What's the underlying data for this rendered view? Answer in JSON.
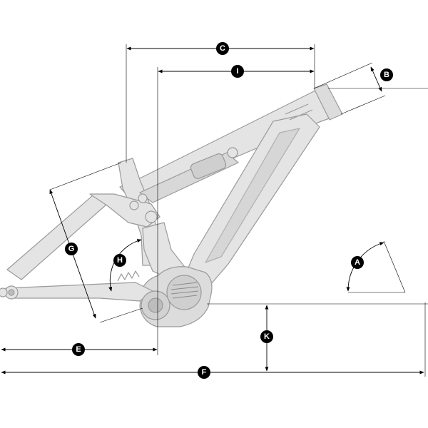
{
  "diagram": {
    "labels": {
      "A": "A",
      "B": "B",
      "C": "C",
      "E": "E",
      "F": "F",
      "G": "G",
      "H": "H",
      "I": "I",
      "K": "K"
    }
  },
  "colors": {
    "frame_fill": "#e4e4e4",
    "frame_stroke": "#9a9a9a",
    "dimension_line": "#000000",
    "badge_fill": "#000000",
    "badge_text": "#ffffff"
  }
}
